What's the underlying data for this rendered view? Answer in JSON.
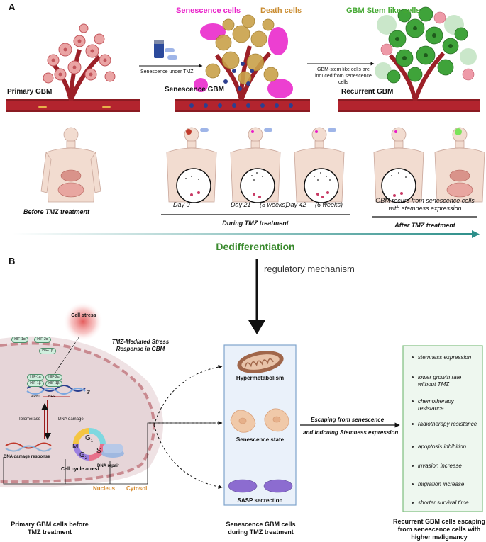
{
  "panelA": {
    "letter": "A",
    "labels": {
      "senescence_cells": "Senescence cells",
      "death_cells": "Death cells",
      "stem_like": "GBM Stem like cells",
      "primary_gbm": "Primary GBM",
      "senescence_gbm": "Senescence GBM",
      "recurrent_gbm": "Recurrent GBM",
      "arrow1": "Senescence under TMZ",
      "arrow2": "GBM-stem like cells are induced  from senescence cells"
    },
    "timeline": {
      "before": "Before TMZ treatment",
      "day0": "Day 0",
      "day21": "Day 21     (3 weeks)",
      "day42": "Day 42     (6 weeks)",
      "during": "During TMZ treatment",
      "recur": "GBM recurs from senescence cells with stemness expression",
      "after": "After TMZ treatment",
      "dediff": "Dedifferentiation"
    },
    "colors": {
      "senescence": "#e91ec9",
      "death": "#c98b2f",
      "stem": "#44a832",
      "dediff": "#3a8a2e"
    }
  },
  "panelB": {
    "letter": "B",
    "regulatory": "regulatory mechanism",
    "cell": {
      "stress": "Cell stress",
      "tmz_stress": "TMZ-Mediated Stress Response in GBM",
      "hif1a": "HIF-1α",
      "hif2a": "HIF-2α",
      "hif1b": "HIF-1β",
      "arnt": "ARNT",
      "hre": "HRE",
      "three_prime": "3'",
      "telomerase": "Telomerase",
      "dna_damage": "DNA damage",
      "ddr": "DNA damage response",
      "cca": "Cell cycle arrest",
      "repair": "DNA repair",
      "g1": "G",
      "s": "S",
      "g2": "G",
      "m": "M",
      "nucleus": "Nucleus",
      "cytosol": "Cytosol"
    },
    "middle": {
      "hypermet": "Hypermetabolism",
      "senstate": "Senescence state",
      "sasp": "SASP secrection"
    },
    "escape1": "Escaping from senescence",
    "escape2": "and indcuing Stemness expression",
    "right_items": [
      "stemness expression",
      "lower growth rate without TMZ",
      "chemotherapy resistance",
      "radiotherapy resistance",
      "apoptosis inhibition",
      "invasion increase",
      "migration increase",
      "shorter survival time"
    ],
    "captions": {
      "left": "Primary GBM cells before TMZ treatment",
      "middle": "Senescence GBM cells during TMZ treatment",
      "right": "Recurrent GBM cells escaping from senescence cells with higher malignancy"
    }
  }
}
